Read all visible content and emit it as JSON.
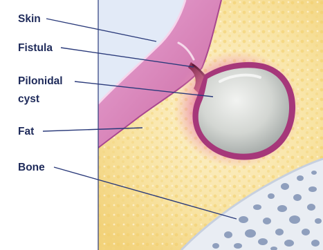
{
  "labels": {
    "skin": "Skin",
    "fistula": "Fistula",
    "pilonidal_line1": "Pilonidal",
    "pilonidal_line2": "cyst",
    "fat": "Fat",
    "bone": "Bone"
  },
  "colors": {
    "background": "#e2eaf7",
    "skin": "#d98cc4",
    "skin_edge": "#a8468f",
    "fat": "#f6dc8f",
    "fat_inner": "#fbeec5",
    "cyst": "#d7dad7",
    "cyst_rim": "#a6377a",
    "bone": "#e9edf3",
    "bone_pore": "#8f9fbd",
    "label_text": "#1e2a5a",
    "leader_line": "#2a3a7a"
  }
}
